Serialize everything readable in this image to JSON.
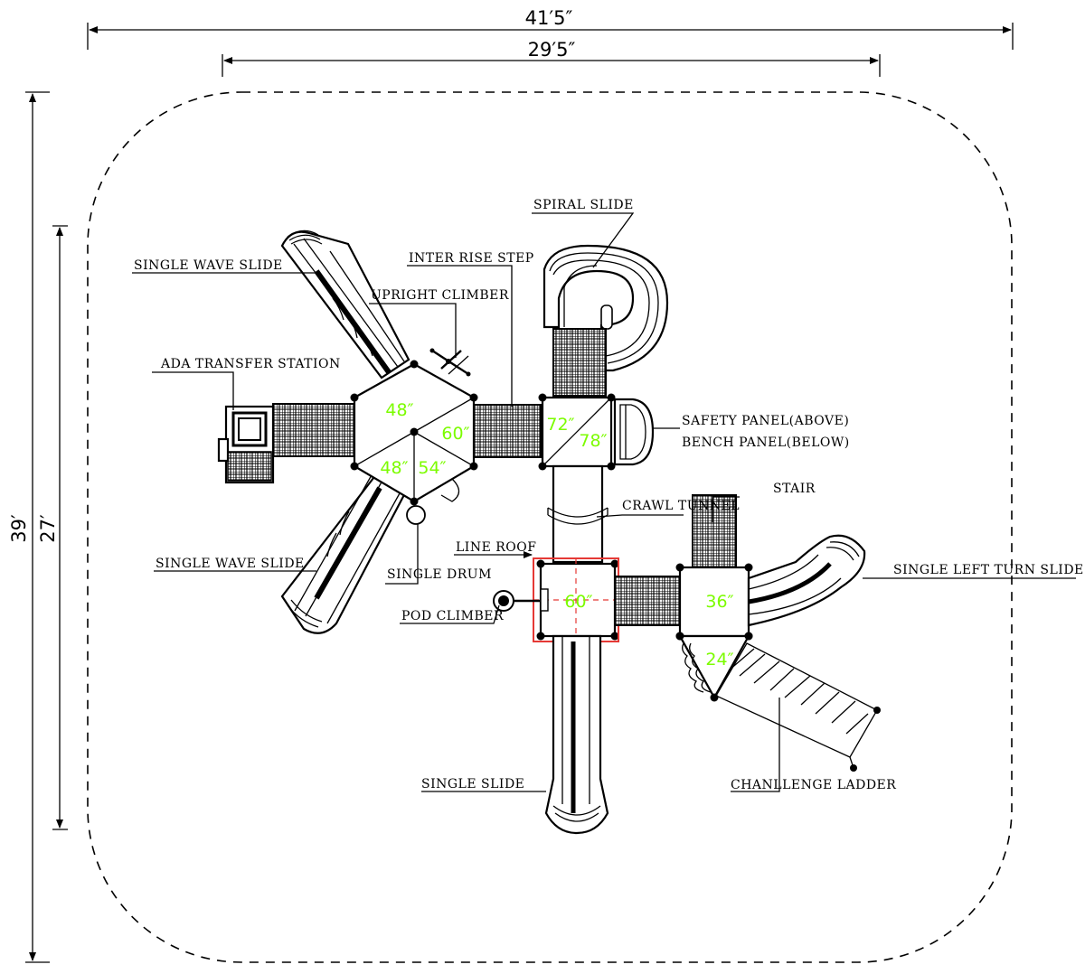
{
  "diagram": {
    "colors": {
      "line": "#000000",
      "deck_height_text": "#7CFC00",
      "highlight": "#e53935"
    },
    "dimensions": {
      "overall_width": "41′5″",
      "equipment_width": "29′5″",
      "overall_depth": "39′",
      "equipment_depth": "27′"
    },
    "deck_heights": {
      "d48_top": "48″",
      "d60_left": "60″",
      "d48_bottom": "48″",
      "d54": "54″",
      "d72": "72″",
      "d78": "78″",
      "d60_center": "60″",
      "d36": "36″",
      "d24": "24″"
    },
    "labels": {
      "spiral_slide": "SPIRAL SLIDE",
      "single_wave_slide_top": "SINGLE WAVE SLIDE",
      "inter_rise_step": "INTER RISE STEP",
      "upright_climber": "UPRIGHT CLIMBER",
      "ada_transfer_station": "ADA TRANSFER STATION",
      "safety_panel": "SAFETY PANEL(ABOVE)",
      "bench_panel": "BENCH PANEL(BELOW)",
      "stair": "STAIR",
      "crawl_tunnel": "CRAWL TUNNEL",
      "single_wave_slide_bottom": "SINGLE WAVE SLIDE",
      "line_roof": "LINE ROOF",
      "single_left_turn_slide": "SINGLE LEFT TURN SLIDE",
      "single_drum": "SINGLE DRUM",
      "pod_climber": "POD CLIMBER",
      "single_slide": "SINGLE SLIDE",
      "challenge_ladder": "CHANLLENGE LADDER"
    }
  }
}
